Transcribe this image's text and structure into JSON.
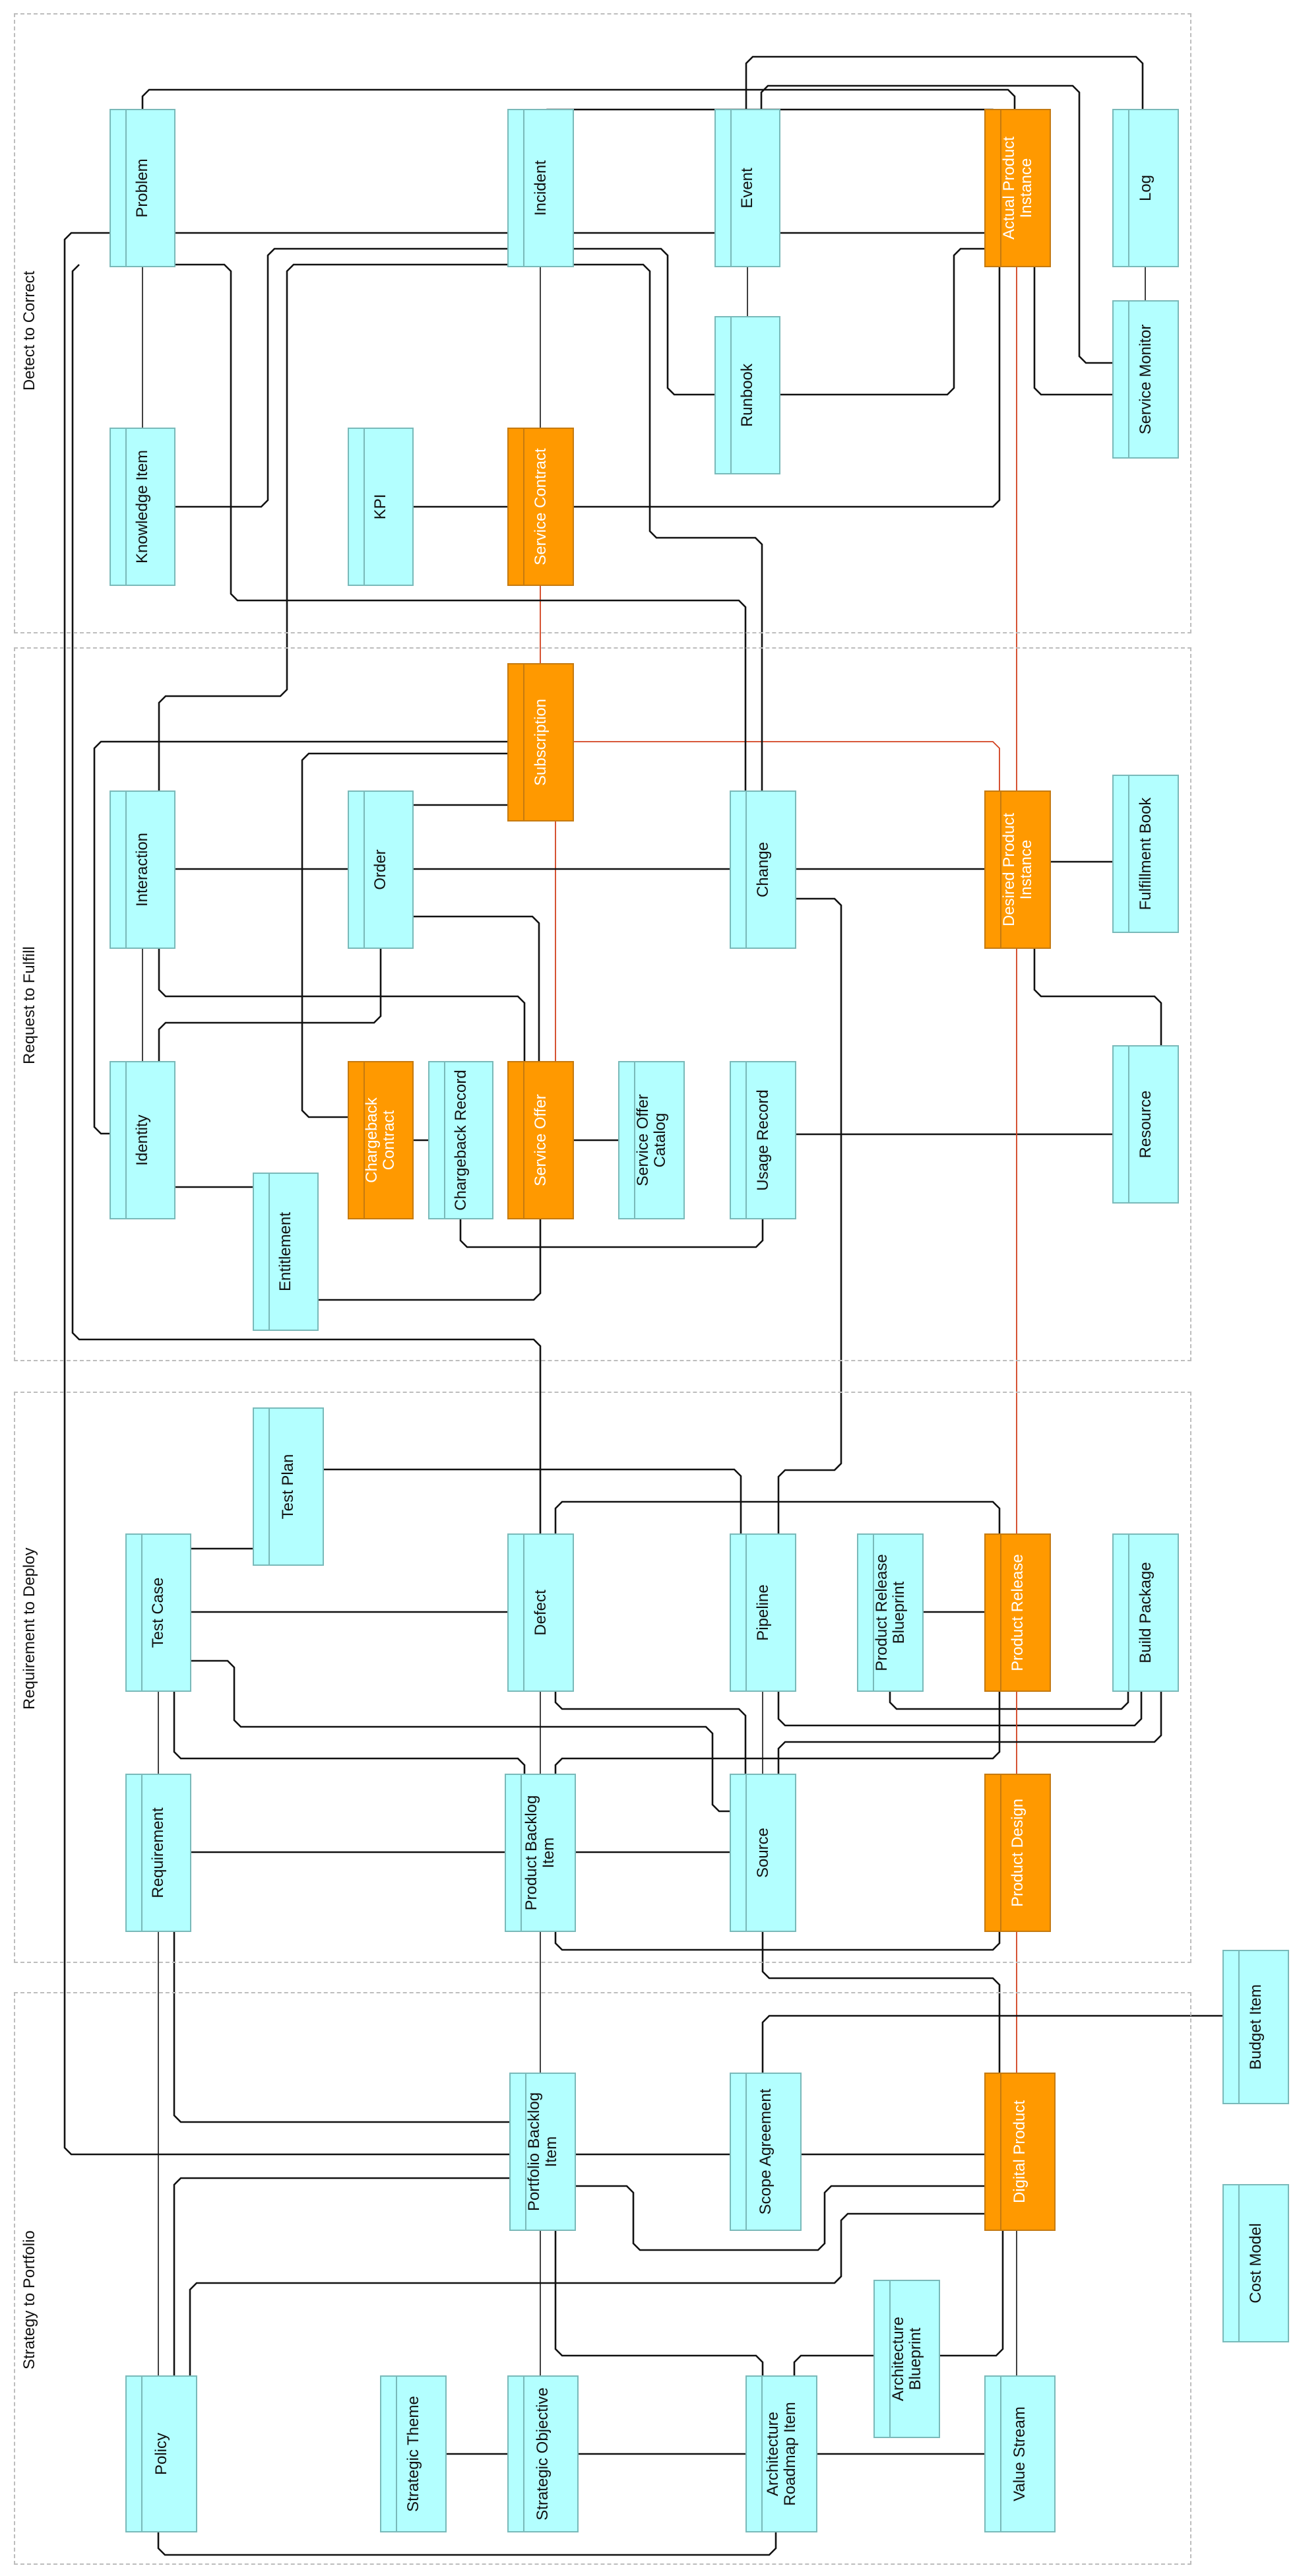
{
  "sections": [
    {
      "id": "dtc",
      "label": "Detect to Correct"
    },
    {
      "id": "rtf",
      "label": "Request to Fulfill"
    },
    {
      "id": "rtd",
      "label": "Requirement to Deploy"
    },
    {
      "id": "stp",
      "label": "Strategy to Portfolio"
    }
  ],
  "colors": {
    "entity_fill": "#b3ffff",
    "entity_border": "#79b9b9",
    "key_entity_fill": "#ff9900",
    "key_entity_border": "#c57a10",
    "connector": "#111111",
    "lifecycle_connector": "#d2401e",
    "section_border": "#bdbdbd"
  },
  "nodes": [
    {
      "id": "problem",
      "label": "Problem",
      "kind": "entity",
      "section": "dtc"
    },
    {
      "id": "incident",
      "label": "Incident",
      "kind": "entity",
      "section": "dtc"
    },
    {
      "id": "event",
      "label": "Event",
      "kind": "entity",
      "section": "dtc"
    },
    {
      "id": "actual-product-instance",
      "label": "Actual Product\nInstance",
      "kind": "key",
      "section": "dtc"
    },
    {
      "id": "log",
      "label": "Log",
      "kind": "entity",
      "section": "dtc"
    },
    {
      "id": "runbook",
      "label": "Runbook",
      "kind": "entity",
      "section": "dtc"
    },
    {
      "id": "service-monitor",
      "label": "Service Monitor",
      "kind": "entity",
      "section": "dtc"
    },
    {
      "id": "knowledge-item",
      "label": "Knowledge Item",
      "kind": "entity",
      "section": "dtc"
    },
    {
      "id": "kpi",
      "label": "KPI",
      "kind": "entity",
      "section": "dtc"
    },
    {
      "id": "service-contract",
      "label": "Service Contract",
      "kind": "key",
      "section": "dtc"
    },
    {
      "id": "subscription",
      "label": "Subscription",
      "kind": "key",
      "section": "rtf"
    },
    {
      "id": "interaction",
      "label": "Interaction",
      "kind": "entity",
      "section": "rtf"
    },
    {
      "id": "order",
      "label": "Order",
      "kind": "entity",
      "section": "rtf"
    },
    {
      "id": "change",
      "label": "Change",
      "kind": "entity",
      "section": "rtf"
    },
    {
      "id": "desired-product-instance",
      "label": "Desired Product\nInstance",
      "kind": "key",
      "section": "rtf"
    },
    {
      "id": "fulfillment-book",
      "label": "Fulfillment Book",
      "kind": "entity",
      "section": "rtf"
    },
    {
      "id": "identity",
      "label": "Identity",
      "kind": "entity",
      "section": "rtf"
    },
    {
      "id": "chargeback-contract",
      "label": "Chargeback\nContract",
      "kind": "key",
      "section": "rtf"
    },
    {
      "id": "chargeback-record",
      "label": "Chargeback Record",
      "kind": "entity",
      "section": "rtf"
    },
    {
      "id": "service-offer",
      "label": "Service Offer",
      "kind": "key",
      "section": "rtf"
    },
    {
      "id": "service-offer-catalog",
      "label": "Service Offer\nCatalog",
      "kind": "entity",
      "section": "rtf"
    },
    {
      "id": "usage-record",
      "label": "Usage Record",
      "kind": "entity",
      "section": "rtf"
    },
    {
      "id": "resource",
      "label": "Resource",
      "kind": "entity",
      "section": "rtf"
    },
    {
      "id": "entitlement",
      "label": "Entitlement",
      "kind": "entity",
      "section": "rtf"
    },
    {
      "id": "test-plan",
      "label": "Test Plan",
      "kind": "entity",
      "section": "rtd"
    },
    {
      "id": "test-case",
      "label": "Test Case",
      "kind": "entity",
      "section": "rtd"
    },
    {
      "id": "defect",
      "label": "Defect",
      "kind": "entity",
      "section": "rtd"
    },
    {
      "id": "pipeline",
      "label": "Pipeline",
      "kind": "entity",
      "section": "rtd"
    },
    {
      "id": "product-release-blueprint",
      "label": "Product Release\nBlueprint",
      "kind": "entity",
      "section": "rtd"
    },
    {
      "id": "product-release",
      "label": "Product Release",
      "kind": "key",
      "section": "rtd"
    },
    {
      "id": "build-package",
      "label": "Build Package",
      "kind": "entity",
      "section": "rtd"
    },
    {
      "id": "requirement",
      "label": "Requirement",
      "kind": "entity",
      "section": "rtd"
    },
    {
      "id": "product-backlog-item",
      "label": "Product Backlog\nItem",
      "kind": "entity",
      "section": "rtd"
    },
    {
      "id": "source",
      "label": "Source",
      "kind": "entity",
      "section": "rtd"
    },
    {
      "id": "product-design",
      "label": "Product Design",
      "kind": "key",
      "section": "rtd"
    },
    {
      "id": "budget-item",
      "label": "Budget Item",
      "kind": "entity",
      "section": "none"
    },
    {
      "id": "cost-model",
      "label": "Cost Model",
      "kind": "entity",
      "section": "none"
    },
    {
      "id": "portfolio-backlog-item",
      "label": "Portfolio Backlog\nItem",
      "kind": "entity",
      "section": "stp"
    },
    {
      "id": "scope-agreement",
      "label": "Scope Agreement",
      "kind": "entity",
      "section": "stp"
    },
    {
      "id": "digital-product",
      "label": "Digital Product",
      "kind": "key",
      "section": "stp"
    },
    {
      "id": "architecture-blueprint",
      "label": "Architecture\nBlueprint",
      "kind": "entity",
      "section": "stp"
    },
    {
      "id": "policy",
      "label": "Policy",
      "kind": "entity",
      "section": "stp"
    },
    {
      "id": "strategic-theme",
      "label": "Strategic Theme",
      "kind": "entity",
      "section": "stp"
    },
    {
      "id": "strategic-objective",
      "label": "Strategic Objective",
      "kind": "entity",
      "section": "stp"
    },
    {
      "id": "architecture-roadmap-item",
      "label": "Architecture\nRoadmap Item",
      "kind": "entity",
      "section": "stp"
    },
    {
      "id": "value-stream",
      "label": "Value Stream",
      "kind": "entity",
      "section": "stp"
    }
  ],
  "edges": [
    {
      "from": "problem",
      "to": "incident"
    },
    {
      "from": "problem",
      "to": "actual-product-instance"
    },
    {
      "from": "problem",
      "to": "knowledge-item"
    },
    {
      "from": "incident",
      "to": "event"
    },
    {
      "from": "incident",
      "to": "actual-product-instance"
    },
    {
      "from": "incident",
      "to": "service-contract"
    },
    {
      "from": "incident",
      "to": "runbook"
    },
    {
      "from": "event",
      "to": "actual-product-instance"
    },
    {
      "from": "event",
      "to": "runbook"
    },
    {
      "from": "event",
      "to": "log"
    },
    {
      "from": "event",
      "to": "service-monitor"
    },
    {
      "from": "actual-product-instance",
      "to": "runbook"
    },
    {
      "from": "actual-product-instance",
      "to": "service-monitor"
    },
    {
      "from": "actual-product-instance",
      "to": "service-contract"
    },
    {
      "from": "log",
      "to": "service-monitor"
    },
    {
      "from": "knowledge-item",
      "to": "incident"
    },
    {
      "from": "kpi",
      "to": "service-contract"
    },
    {
      "from": "service-contract",
      "to": "subscription",
      "lifecycle": true
    },
    {
      "from": "actual-product-instance",
      "to": "desired-product-instance",
      "lifecycle": true
    },
    {
      "from": "subscription",
      "to": "desired-product-instance",
      "lifecycle": true
    },
    {
      "from": "subscription",
      "to": "service-offer",
      "lifecycle": true
    },
    {
      "from": "subscription",
      "to": "order"
    },
    {
      "from": "subscription",
      "to": "chargeback-contract"
    },
    {
      "from": "subscription",
      "to": "identity"
    },
    {
      "from": "interaction",
      "to": "order"
    },
    {
      "from": "interaction",
      "to": "identity"
    },
    {
      "from": "interaction",
      "to": "service-offer"
    },
    {
      "from": "order",
      "to": "change"
    },
    {
      "from": "order",
      "to": "service-offer"
    },
    {
      "from": "order",
      "to": "identity"
    },
    {
      "from": "change",
      "to": "desired-product-instance"
    },
    {
      "from": "change",
      "to": "pipeline"
    },
    {
      "from": "desired-product-instance",
      "to": "fulfillment-book"
    },
    {
      "from": "desired-product-instance",
      "to": "resource"
    },
    {
      "from": "identity",
      "to": "entitlement"
    },
    {
      "from": "chargeback-contract",
      "to": "service-offer"
    },
    {
      "from": "service-offer",
      "to": "service-offer-catalog"
    },
    {
      "from": "chargeback-record",
      "to": "usage-record"
    },
    {
      "from": "service-offer",
      "to": "entitlement"
    },
    {
      "from": "usage-record",
      "to": "resource"
    },
    {
      "from": "desired-product-instance",
      "to": "product-release",
      "lifecycle": true
    },
    {
      "from": "test-plan",
      "to": "test-case"
    },
    {
      "from": "test-plan",
      "to": "pipeline"
    },
    {
      "from": "test-case",
      "to": "defect"
    },
    {
      "from": "test-case",
      "to": "requirement"
    },
    {
      "from": "test-case",
      "to": "source"
    },
    {
      "from": "test-case",
      "to": "product-backlog-item"
    },
    {
      "from": "defect",
      "to": "product-release"
    },
    {
      "from": "defect",
      "to": "product-backlog-item"
    },
    {
      "from": "defect",
      "to": "source"
    },
    {
      "from": "pipeline",
      "to": "source"
    },
    {
      "from": "pipeline",
      "to": "build-package"
    },
    {
      "from": "product-release-blueprint",
      "to": "product-release"
    },
    {
      "from": "product-release-blueprint",
      "to": "build-package"
    },
    {
      "from": "product-release",
      "to": "product-design",
      "lifecycle": true
    },
    {
      "from": "product-release",
      "to": "product-backlog-item"
    },
    {
      "from": "build-package",
      "to": "source"
    },
    {
      "from": "requirement",
      "to": "product-backlog-item"
    },
    {
      "from": "product-backlog-item",
      "to": "source"
    },
    {
      "from": "product-backlog-item",
      "to": "product-design"
    },
    {
      "from": "product-design",
      "to": "digital-product",
      "lifecycle": true
    },
    {
      "from": "source",
      "to": "digital-product"
    },
    {
      "from": "scope-agreement",
      "to": "budget-item"
    },
    {
      "from": "problem",
      "to": "portfolio-backlog-item"
    },
    {
      "from": "requirement",
      "to": "portfolio-backlog-item"
    },
    {
      "from": "requirement",
      "to": "policy"
    },
    {
      "from": "product-backlog-item",
      "to": "portfolio-backlog-item"
    },
    {
      "from": "portfolio-backlog-item",
      "to": "scope-agreement"
    },
    {
      "from": "scope-agreement",
      "to": "digital-product"
    },
    {
      "from": "portfolio-backlog-item",
      "to": "digital-product"
    },
    {
      "from": "portfolio-backlog-item",
      "to": "policy"
    },
    {
      "from": "portfolio-backlog-item",
      "to": "strategic-objective"
    },
    {
      "from": "portfolio-backlog-item",
      "to": "architecture-roadmap-item"
    },
    {
      "from": "digital-product",
      "to": "policy"
    },
    {
      "from": "digital-product",
      "to": "architecture-blueprint"
    },
    {
      "from": "digital-product",
      "to": "value-stream"
    },
    {
      "from": "architecture-blueprint",
      "to": "architecture-roadmap-item"
    },
    {
      "from": "strategic-theme",
      "to": "strategic-objective"
    },
    {
      "from": "strategic-objective",
      "to": "architecture-roadmap-item"
    },
    {
      "from": "architecture-roadmap-item",
      "to": "value-stream"
    },
    {
      "from": "policy",
      "to": "architecture-roadmap-item"
    }
  ]
}
